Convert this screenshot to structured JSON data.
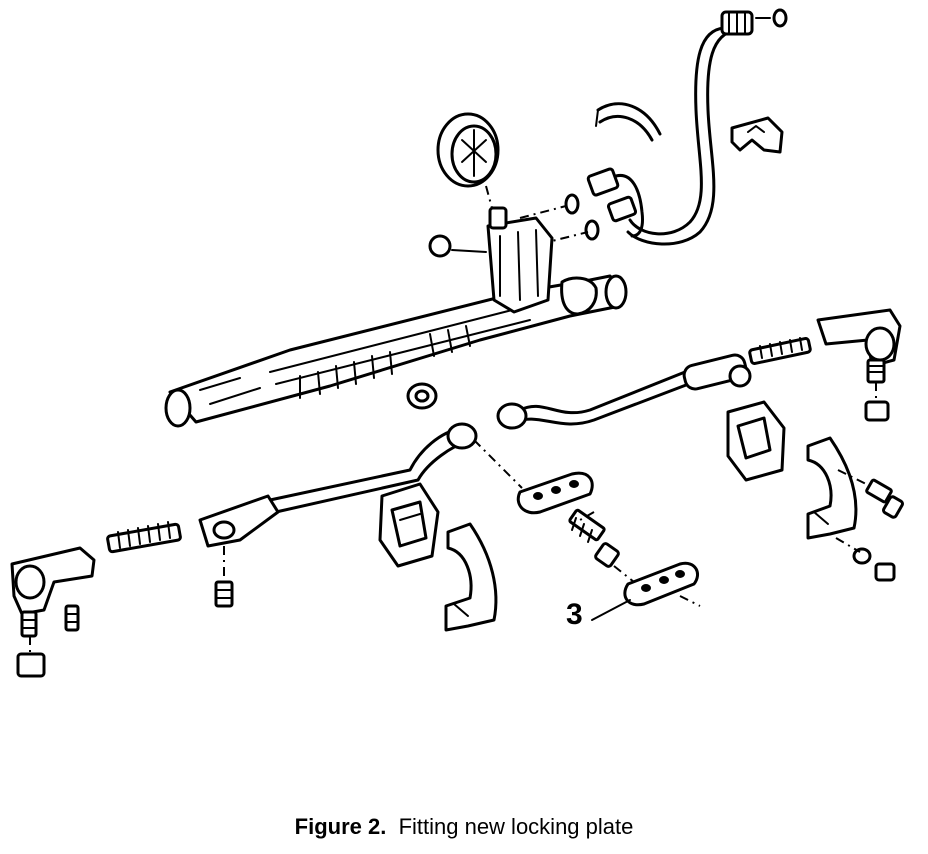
{
  "callout": {
    "label": "3"
  },
  "caption": {
    "figure_label": "Figure 2.",
    "text": "Fitting new locking plate"
  }
}
